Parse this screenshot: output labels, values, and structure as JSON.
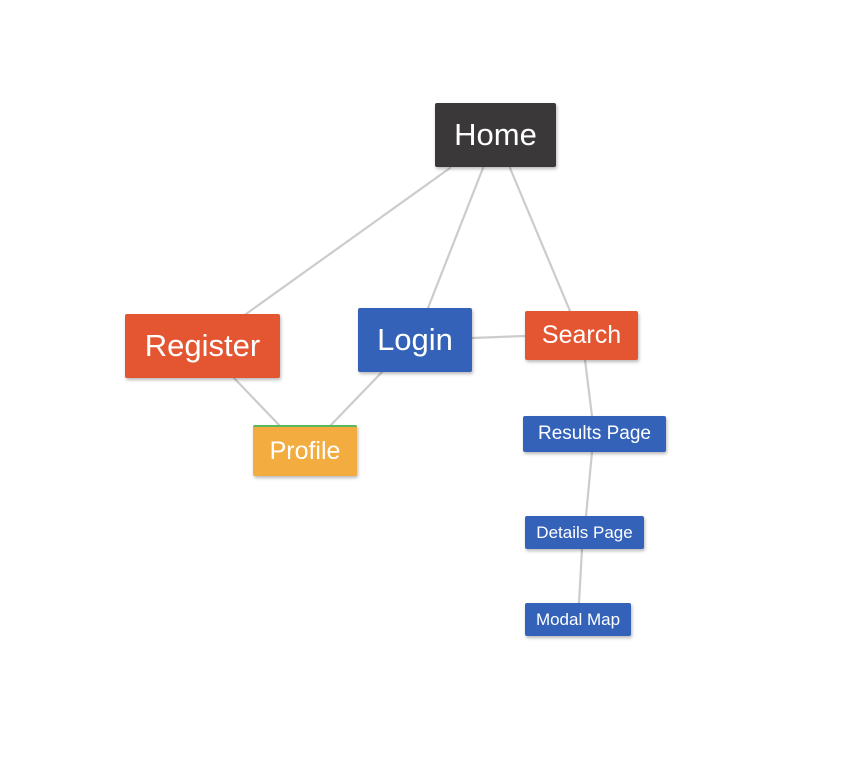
{
  "diagram": {
    "nodes": [
      {
        "id": "home",
        "label": "Home",
        "color": "#3a3838"
      },
      {
        "id": "register",
        "label": "Register",
        "color": "#e45632"
      },
      {
        "id": "login",
        "label": "Login",
        "color": "#3362b8"
      },
      {
        "id": "search",
        "label": "Search",
        "color": "#e45632"
      },
      {
        "id": "profile",
        "label": "Profile",
        "color": "#f2ac3f",
        "border_top_color": "#5cb85c"
      },
      {
        "id": "results",
        "label": "Results Page",
        "color": "#3362b8"
      },
      {
        "id": "details",
        "label": "Details Page",
        "color": "#3362b8"
      },
      {
        "id": "modal",
        "label": "Modal Map",
        "color": "#3362b8"
      }
    ],
    "edges": [
      {
        "from": "home",
        "to": "register"
      },
      {
        "from": "home",
        "to": "login"
      },
      {
        "from": "home",
        "to": "search"
      },
      {
        "from": "login",
        "to": "search"
      },
      {
        "from": "register",
        "to": "profile"
      },
      {
        "from": "login",
        "to": "profile"
      },
      {
        "from": "search",
        "to": "results"
      },
      {
        "from": "results",
        "to": "details"
      },
      {
        "from": "details",
        "to": "modal"
      }
    ],
    "edge_color": "#cccccc"
  }
}
